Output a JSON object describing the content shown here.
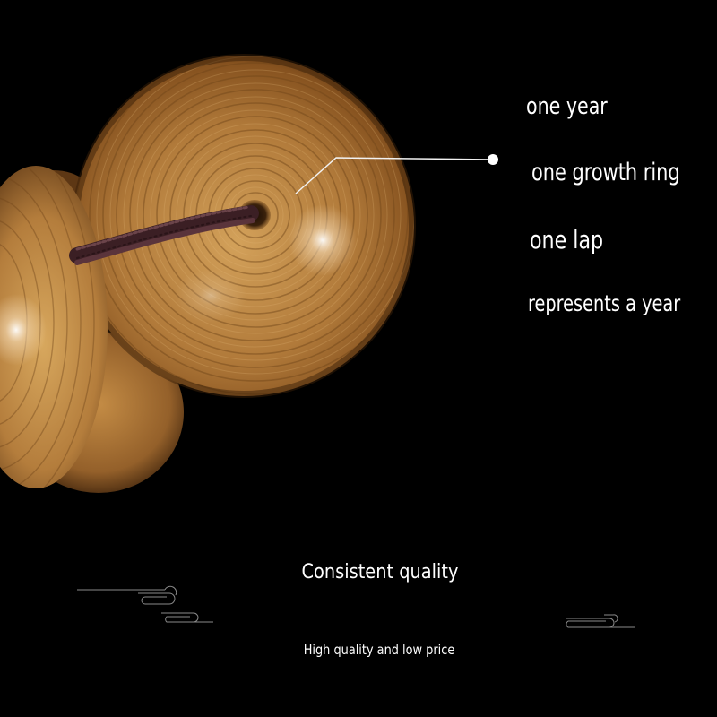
{
  "callout": {
    "lines": [
      "one year",
      "one growth ring",
      "one lap",
      "represents a year"
    ]
  },
  "bottom": {
    "title": "Consistent quality",
    "subtitle": "High quality and low price"
  },
  "colors": {
    "background": "#000000",
    "text": "#ffffff",
    "wood_light": "#d9a95a",
    "wood_mid": "#b07a35",
    "wood_dark": "#5a3614",
    "cord": "#4a2a30",
    "decor_line": "#8a8a8a"
  },
  "icons": [
    "cloud-swirl-ornament-icon"
  ]
}
